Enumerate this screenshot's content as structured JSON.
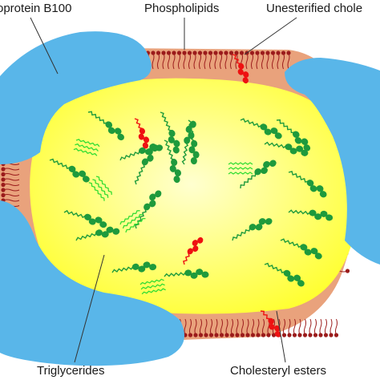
{
  "labels": {
    "apolipoprotein": "oprotein B100",
    "phospholipids": "Phospholipids",
    "unesterified": "Unesterified chole",
    "triglycerides": "Triglycerides",
    "cholesteryl_esters": "Cholesteryl esters"
  },
  "colors": {
    "apolipoprotein": "#59b6e9",
    "membrane": "#e9a27c",
    "phospholipid_head": "#9b1b1b",
    "core": "#ffff33",
    "core_glow": "#ffffd0",
    "cholesteryl_ester": "#1e9a3c",
    "triglyceride": "#33dd33",
    "free_cholesterol": "#ee1111",
    "leader_line": "#333333"
  },
  "molecules": {
    "cholesteryl_ester_count": 22,
    "triglyceride_count": 5,
    "free_cholesterol_count": 4
  }
}
